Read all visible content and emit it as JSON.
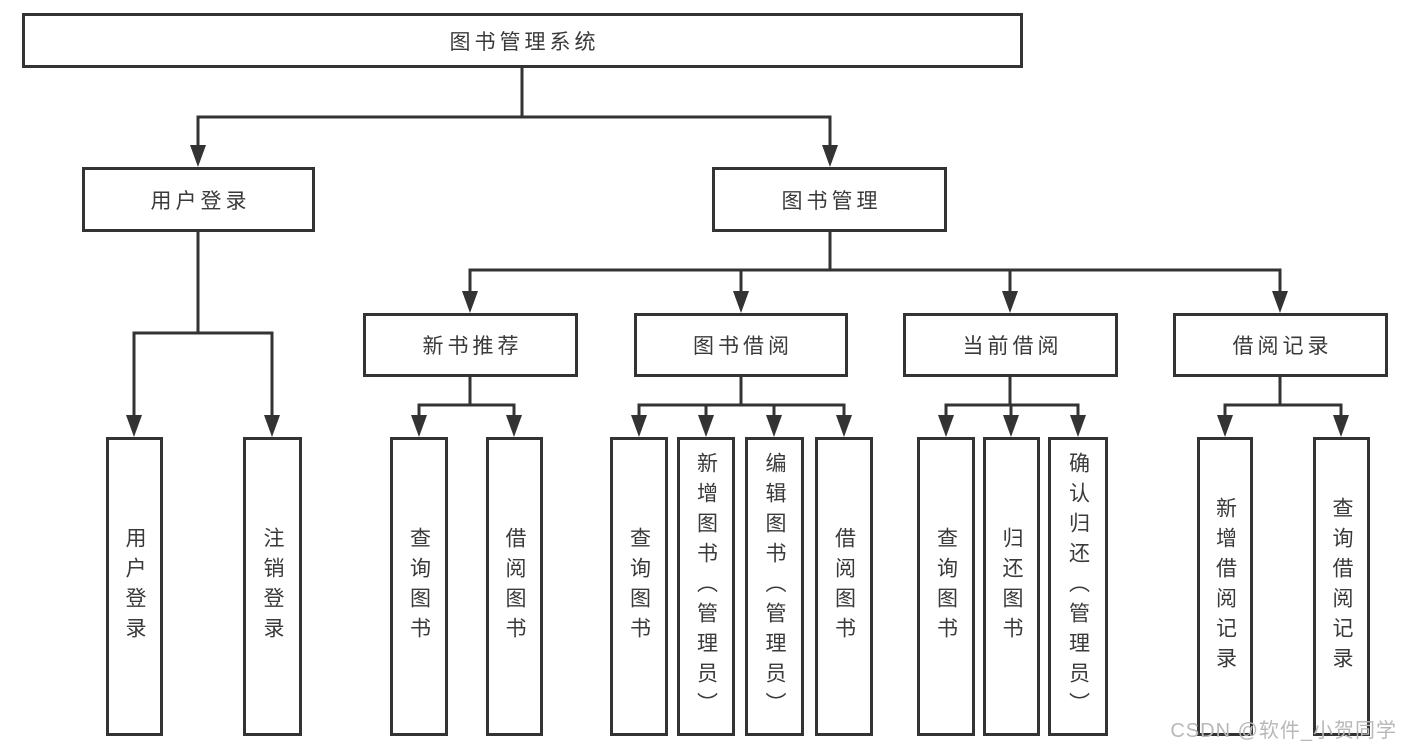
{
  "diagram": {
    "root": {
      "label": "图书管理系统"
    },
    "user_login": {
      "label": "用户登录",
      "children": {
        "login": "用户登录",
        "logout": "注销登录"
      }
    },
    "book_management": {
      "label": "图书管理",
      "sections": {
        "new_book": {
          "label": "新书推荐",
          "children": {
            "query": "查询图书",
            "borrow": "借阅图书"
          }
        },
        "book_borrow": {
          "label": "图书借阅",
          "children": {
            "query": "查询图书",
            "add": "新增图书（管理员）",
            "edit": "编辑图书（管理员）",
            "borrow": "借阅图书"
          }
        },
        "current_borrow": {
          "label": "当前借阅",
          "children": {
            "query": "查询图书",
            "return": "归还图书",
            "confirm": "确认归还（管理员）"
          }
        },
        "borrow_records": {
          "label": "借阅记录",
          "children": {
            "add": "新增借阅记录",
            "query": "查询借阅记录"
          }
        }
      }
    }
  },
  "watermark": {
    "text": "CSDN @软件_小贺同学"
  },
  "colors": {
    "line": "#333333",
    "text": "#3a3a3a",
    "watermark": "#b8b8b8",
    "background": "#ffffff"
  }
}
